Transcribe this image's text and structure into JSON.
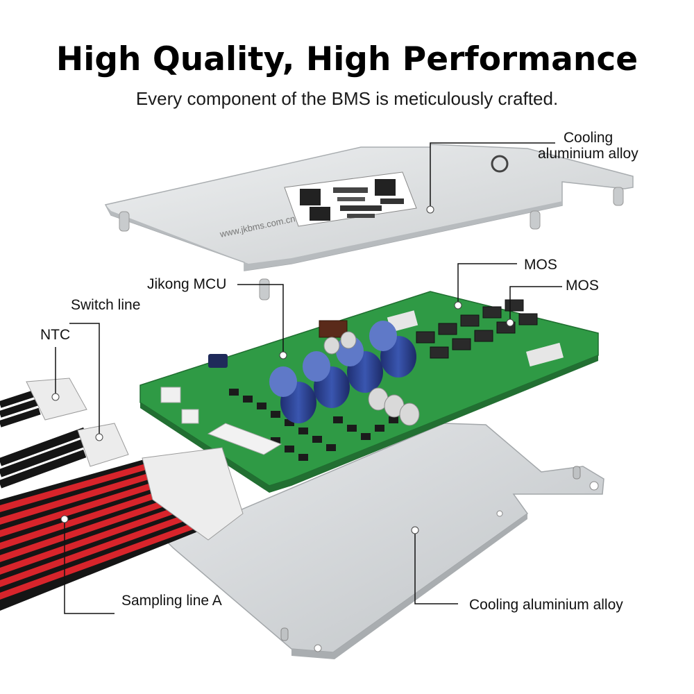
{
  "header": {
    "title": "High Quality, High Performance",
    "subtitle": "Every component of the BMS is meticulously crafted."
  },
  "callouts": {
    "cooling_top_line1": "Cooling",
    "cooling_top_line2": "aluminium alloy",
    "mos_1": "MOS",
    "mos_2": "MOS",
    "jikong_mcu": "Jikong MCU",
    "switch_line": "Switch line",
    "ntc": "NTC",
    "sampling_line": "Sampling line A",
    "cooling_bottom": "Cooling aluminium alloy"
  },
  "plate_print": {
    "website": "www.jkbms.com.cn"
  },
  "colors": {
    "pcb": "#2f9a45",
    "aluminium": "#d8dadc",
    "capacitor": "#2a3f8f",
    "sampling_wire": "#d8242b",
    "black_wire": "#151515"
  }
}
